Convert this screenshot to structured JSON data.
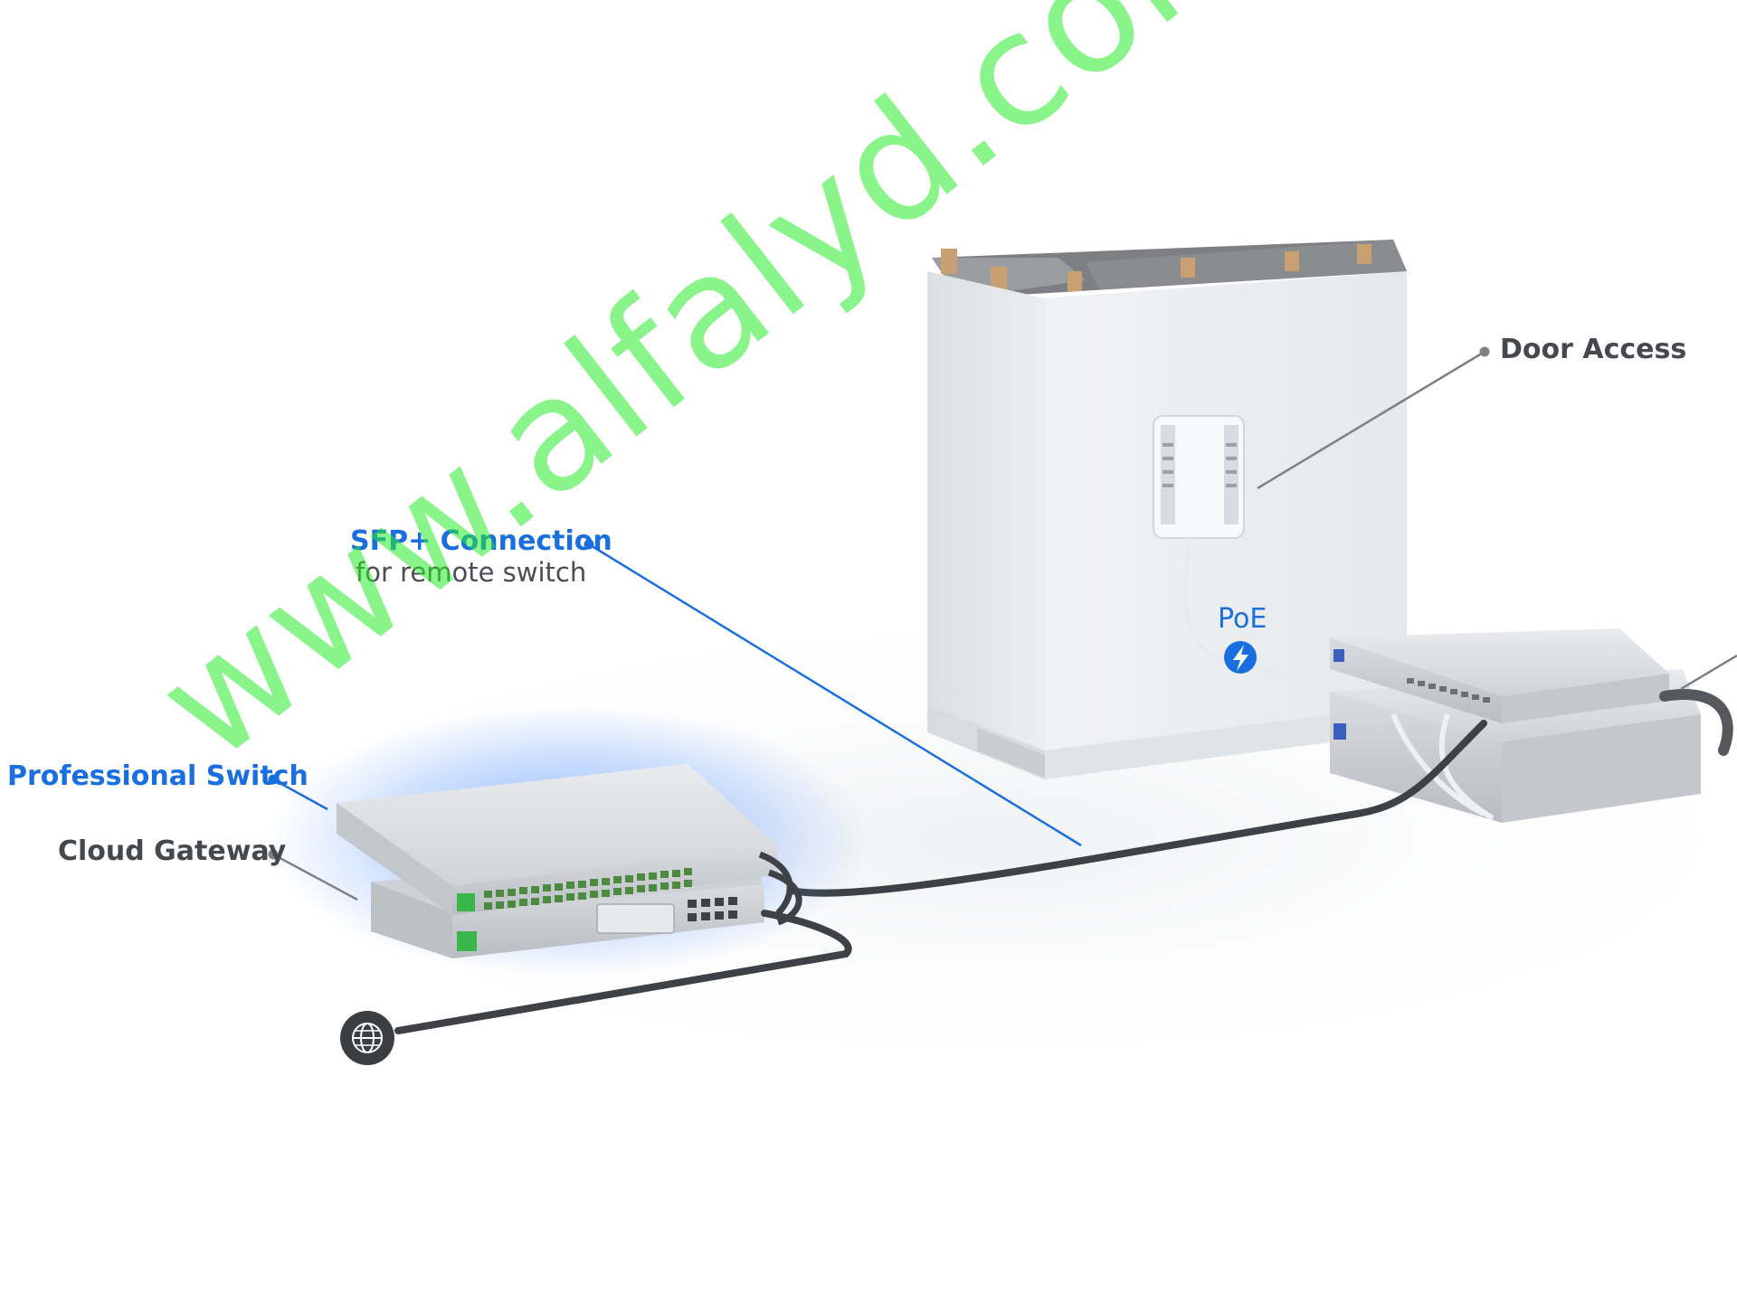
{
  "labels": {
    "sfp_title": "SFP+ Connection",
    "sfp_subtitle": "for remote switch",
    "professional_switch": "Professional Switch",
    "cloud_gateway": "Cloud Gateway",
    "door_access": "Door Access",
    "poe": "PoE"
  },
  "watermark": "www.alfalyd.com",
  "colors": {
    "accent_blue": "#1a6fe0",
    "label_gray": "#45484d",
    "watermark_green": "#28eb28",
    "glow_blue": "#2f7dff"
  },
  "icons": {
    "internet": "globe-icon",
    "poe": "lightning-bolt-icon"
  }
}
